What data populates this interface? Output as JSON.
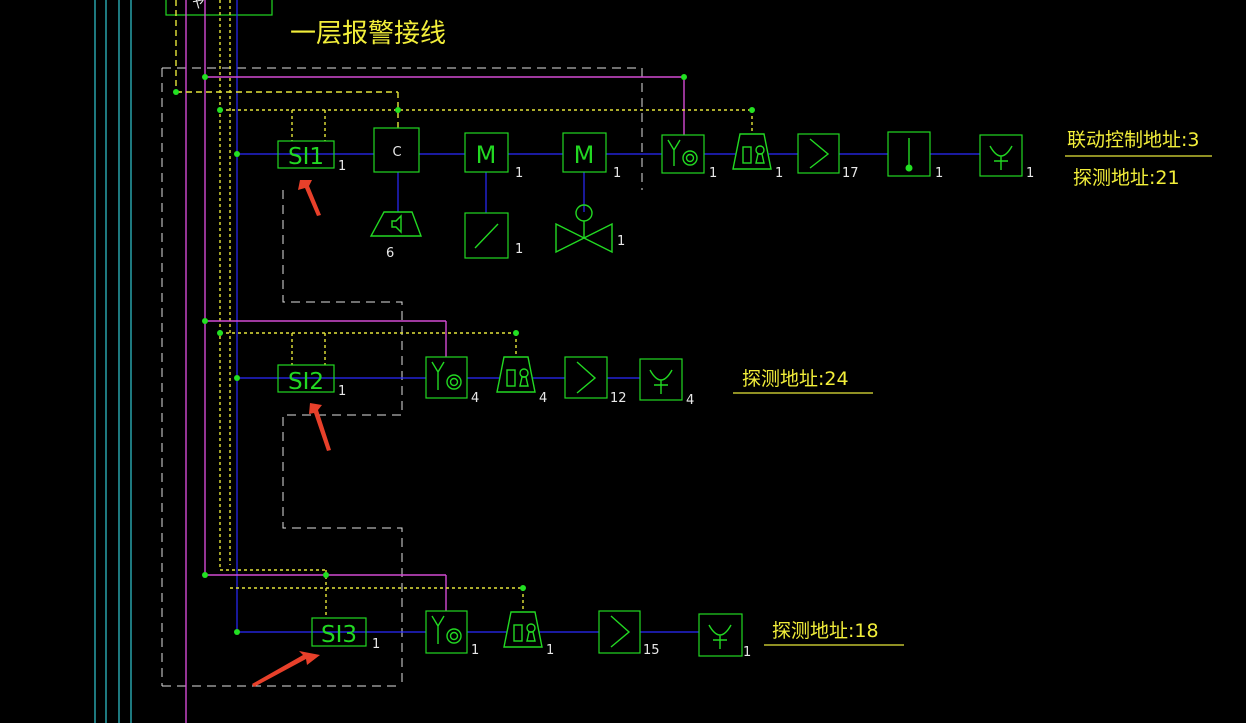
{
  "diagram": {
    "title": "一层报警接线",
    "top_box_label": "ヤ",
    "rows": [
      {
        "module": "SI1",
        "module_count": "1",
        "devices": [
          {
            "icon": "control-module-icon",
            "label": "C",
            "count": ""
          },
          {
            "icon": "monitor-module-icon",
            "label": "M",
            "count": "1"
          },
          {
            "icon": "monitor-module-icon",
            "label": "M",
            "count": "1"
          },
          {
            "icon": "smoke-detector-icon",
            "label": "",
            "count": "1"
          },
          {
            "icon": "alarm-button-icon",
            "label": "",
            "count": "1"
          },
          {
            "icon": "heat-detector-icon",
            "label": "",
            "count": "17"
          },
          {
            "icon": "flow-indicator-icon",
            "label": "",
            "count": "1"
          },
          {
            "icon": "sprinkler-icon",
            "label": "",
            "count": "1"
          }
        ],
        "sub_devices": [
          {
            "icon": "speaker-icon",
            "count": "6"
          },
          {
            "icon": "damper-icon",
            "count": "1"
          },
          {
            "icon": "valve-icon",
            "count": "1"
          }
        ],
        "address_labels": [
          "联动控制地址:3",
          "探测地址:21"
        ]
      },
      {
        "module": "SI2",
        "module_count": "1",
        "devices": [
          {
            "icon": "smoke-detector-icon",
            "count": "4"
          },
          {
            "icon": "alarm-button-icon",
            "count": "4"
          },
          {
            "icon": "heat-detector-icon",
            "count": "12"
          },
          {
            "icon": "sprinkler-icon",
            "count": "4"
          }
        ],
        "address_labels": [
          "探测地址:24"
        ]
      },
      {
        "module": "SI3",
        "module_count": "1",
        "devices": [
          {
            "icon": "smoke-detector-icon",
            "count": "1"
          },
          {
            "icon": "alarm-button-icon",
            "count": "1"
          },
          {
            "icon": "heat-detector-icon",
            "count": "15"
          },
          {
            "icon": "sprinkler-icon",
            "count": "1"
          }
        ],
        "address_labels": [
          "探测地址:18"
        ]
      }
    ]
  },
  "colors": {
    "background": "#000000",
    "symbol_green": "#22d822",
    "text_yellow": "#f2ee3a",
    "bus_blue": "#2a2aff",
    "wire_magenta": "#d34ad3",
    "annotation_red": "#e8402a"
  }
}
